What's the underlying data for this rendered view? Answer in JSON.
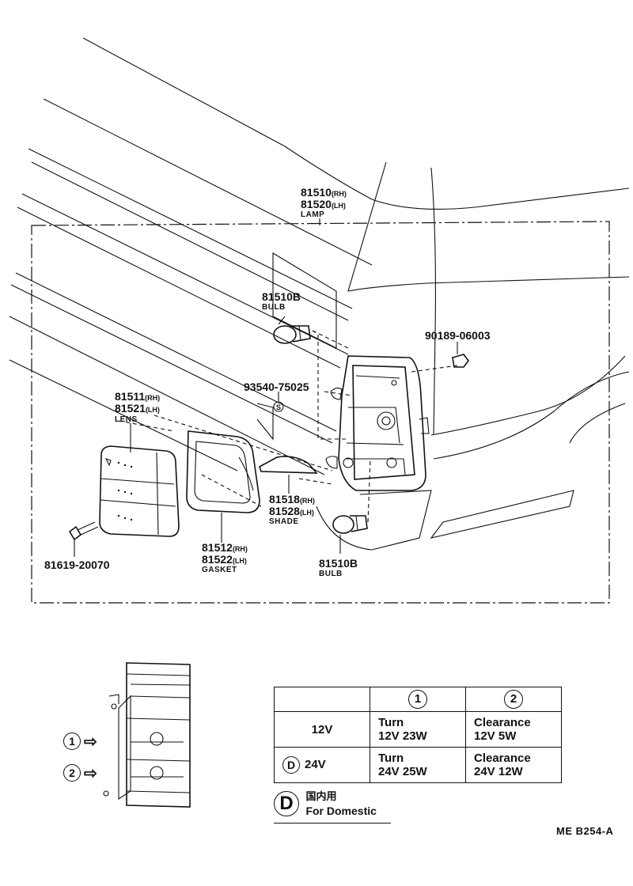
{
  "parts": {
    "lamp": {
      "numbers": [
        "81510",
        "81520"
      ],
      "sides": [
        "(RH)",
        "(LH)"
      ],
      "name": "LAMP"
    },
    "bulb_upper": {
      "number": "81510B",
      "name": "BULB"
    },
    "bulb_lower": {
      "number": "81510B",
      "name": "BULB"
    },
    "nut": {
      "number": "90189-06003"
    },
    "screw_s": {
      "number": "93540-75025",
      "mark": "S"
    },
    "lens": {
      "numbers": [
        "81511",
        "81521"
      ],
      "sides": [
        "(RH)",
        "(LH)"
      ],
      "name": "LENS"
    },
    "shade": {
      "numbers": [
        "81518",
        "81528"
      ],
      "sides": [
        "(RH)",
        "(LH)"
      ],
      "name": "SHADE"
    },
    "gasket": {
      "numbers": [
        "81512",
        "81522"
      ],
      "sides": [
        "(RH)",
        "(LH)"
      ],
      "name": "GASKET"
    },
    "screw": {
      "number": "81619-20070"
    }
  },
  "positions": {
    "p1": "1",
    "p2": "2",
    "arrow": "⇨"
  },
  "table": {
    "headers": [
      "",
      "1",
      "2"
    ],
    "rows": [
      {
        "mark": "",
        "voltage": "12V",
        "c1_line1": "Turn",
        "c1_line2": "12V 23W",
        "c2_line1": "Clearance",
        "c2_line2": "12V 5W"
      },
      {
        "mark": "D",
        "voltage": "24V",
        "c1_line1": "Turn",
        "c1_line2": "24V 25W",
        "c2_line1": "Clearance",
        "c2_line2": "24V 12W"
      }
    ]
  },
  "legend": {
    "mark": "D",
    "jp": "国内用",
    "en": "For Domestic"
  },
  "ref_code": "ME B254-A"
}
